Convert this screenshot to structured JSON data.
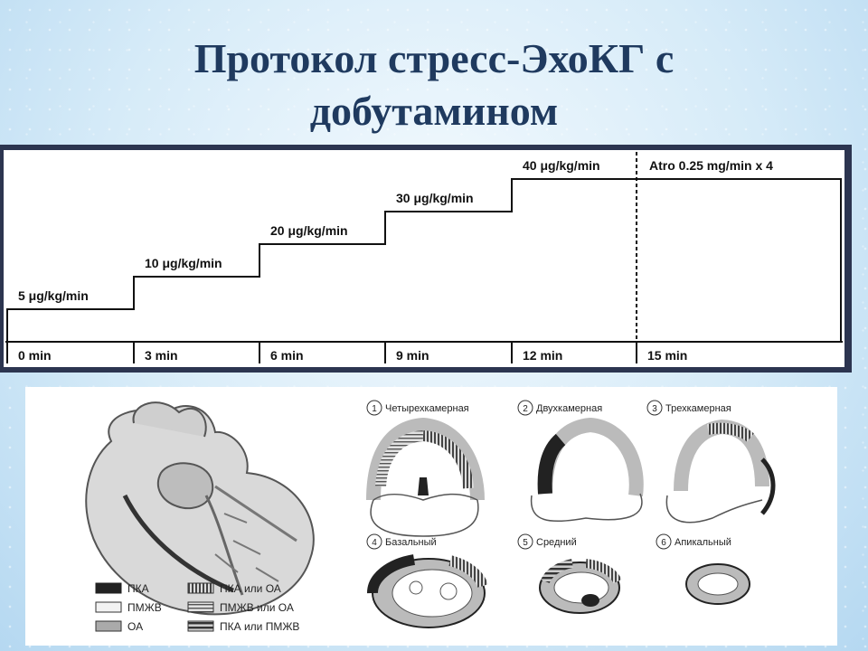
{
  "title": {
    "line1": "Протокол стресс-ЭхоКГ с",
    "line2": "добутамином"
  },
  "protocol": {
    "steps": [
      {
        "label": "5 μg/kg/min",
        "level": 1
      },
      {
        "label": "10 μg/kg/min",
        "level": 2
      },
      {
        "label": "20 μg/kg/min",
        "level": 3
      },
      {
        "label": "30 μg/kg/min",
        "level": 4
      },
      {
        "label": "40 μg/kg/min",
        "level": 5
      },
      {
        "label": "Atro 0.25 mg/min x 4",
        "level": 5
      }
    ],
    "times": [
      "0 min",
      "3 min",
      "6 min",
      "9 min",
      "12 min",
      "15 min"
    ]
  },
  "views": [
    {
      "num": "1",
      "label": "Четырехкамерная"
    },
    {
      "num": "2",
      "label": "Двухкамерная"
    },
    {
      "num": "3",
      "label": "Трехкамерная"
    },
    {
      "num": "4",
      "label": "Базальный"
    },
    {
      "num": "5",
      "label": "Средний"
    },
    {
      "num": "6",
      "label": "Апикальный"
    }
  ],
  "legend": [
    {
      "label": "ПКА",
      "pattern": "solid-dark"
    },
    {
      "label": "ПМЖВ",
      "pattern": "light"
    },
    {
      "label": "ОА",
      "pattern": "medium"
    },
    {
      "label": "ПКА или ОА",
      "pattern": "vertical-stripes"
    },
    {
      "label": "ПМЖВ или ОА",
      "pattern": "horizontal-stripes"
    },
    {
      "label": "ПКА или ПМЖВ",
      "pattern": "horizontal-stripes-bold"
    }
  ],
  "colors": {
    "title": "#1f3a5f",
    "panel_border": "#2c3550",
    "rca": "#222222",
    "lad": "#eeeeee",
    "lcx": "#aaaaaa"
  }
}
